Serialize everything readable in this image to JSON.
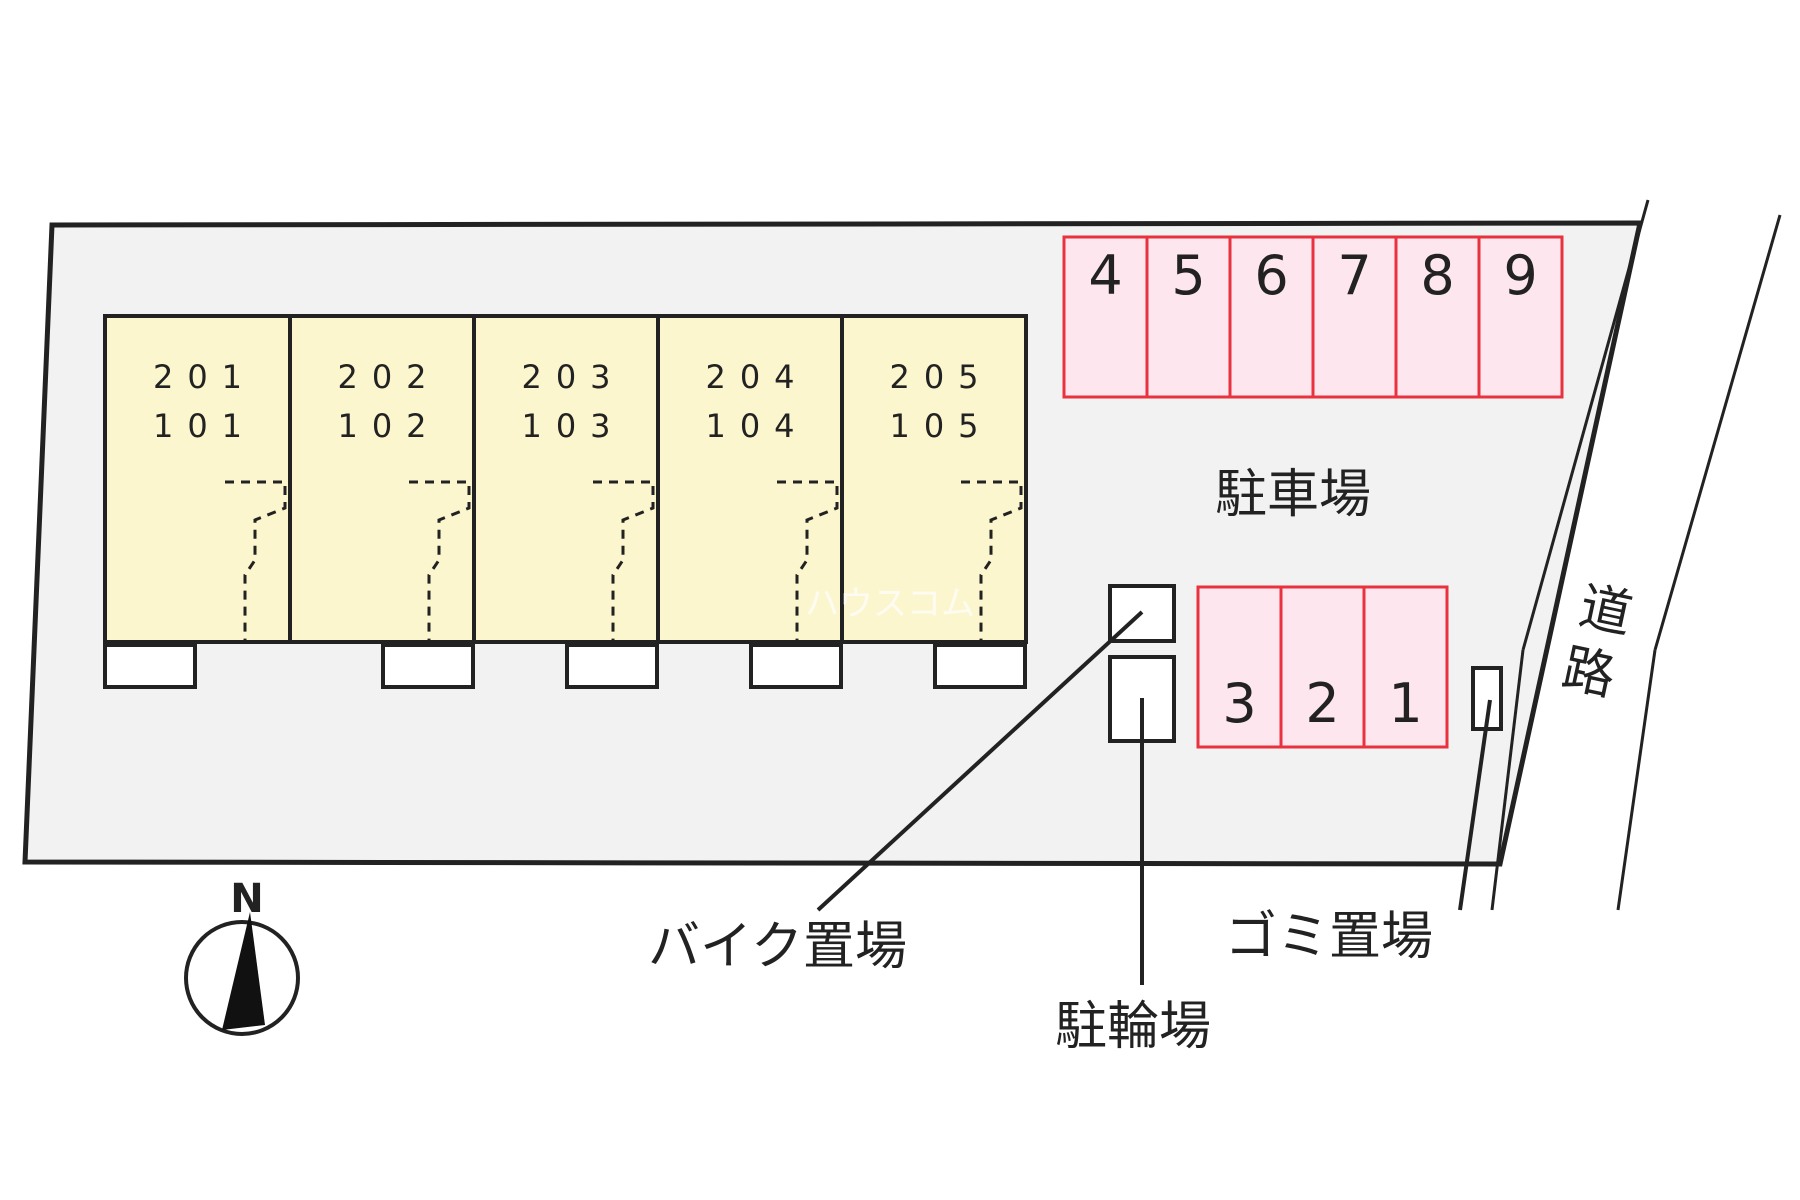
{
  "compass": {
    "north_label": "N"
  },
  "building": {
    "units": [
      {
        "upper": "201",
        "lower": "101"
      },
      {
        "upper": "202",
        "lower": "102"
      },
      {
        "upper": "203",
        "lower": "103"
      },
      {
        "upper": "204",
        "lower": "104"
      },
      {
        "upper": "205",
        "lower": "105"
      }
    ]
  },
  "parking": {
    "label": "駐車場",
    "top_row": [
      "4",
      "5",
      "6",
      "7",
      "8",
      "9"
    ],
    "bottom_row": [
      "3",
      "2",
      "1"
    ]
  },
  "facilities": {
    "bike_parking": "バイク置場",
    "bicycle_parking": "駐輪場",
    "garbage_area": "ゴミ置場"
  },
  "road": {
    "label_chars": [
      "道",
      "路"
    ]
  },
  "watermark": "ハウスコム",
  "colors": {
    "lot_fill": "#f2f2f2",
    "unit_fill": "#fbf6cd",
    "parking_fill": "#fde6ee",
    "parking_stroke": "#e8323e",
    "line": "#222222"
  }
}
